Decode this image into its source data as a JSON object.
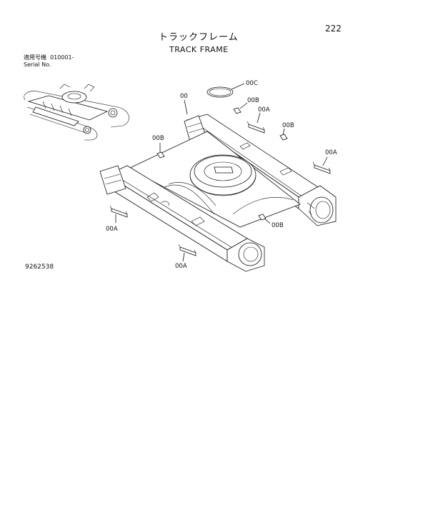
{
  "page_number": "222",
  "title_jp": "トラックフレーム",
  "title_en": "TRACK FRAME",
  "serial_label_jp": "適用号機",
  "serial_value": "010001-",
  "serial_label_en": "Serial No.",
  "drawing_number": "9262538",
  "callouts": {
    "frame": "00",
    "ring": "00C",
    "plate_b_top": "00B",
    "bracket_a_top": "00A",
    "plate_b_right": "00B",
    "bracket_a_right": "00A",
    "plate_b_left": "00B",
    "bracket_a_left": "00A",
    "plate_b_bottom": "00B",
    "bracket_a_bottom": "00A"
  }
}
